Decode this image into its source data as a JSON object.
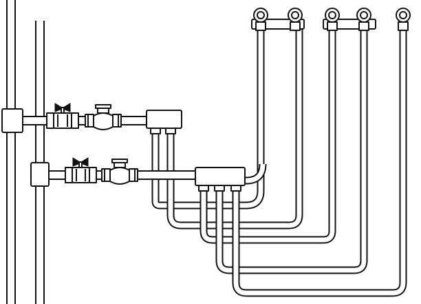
{
  "diagram": {
    "kind": "plumbing-manifold-line-drawing",
    "colors": {
      "line": "#111111",
      "background": "#ffffff"
    },
    "risers": 2,
    "supply_lines": 2,
    "manifolds": 2,
    "outlet_elbows": 5,
    "branch_pipes": 6
  }
}
